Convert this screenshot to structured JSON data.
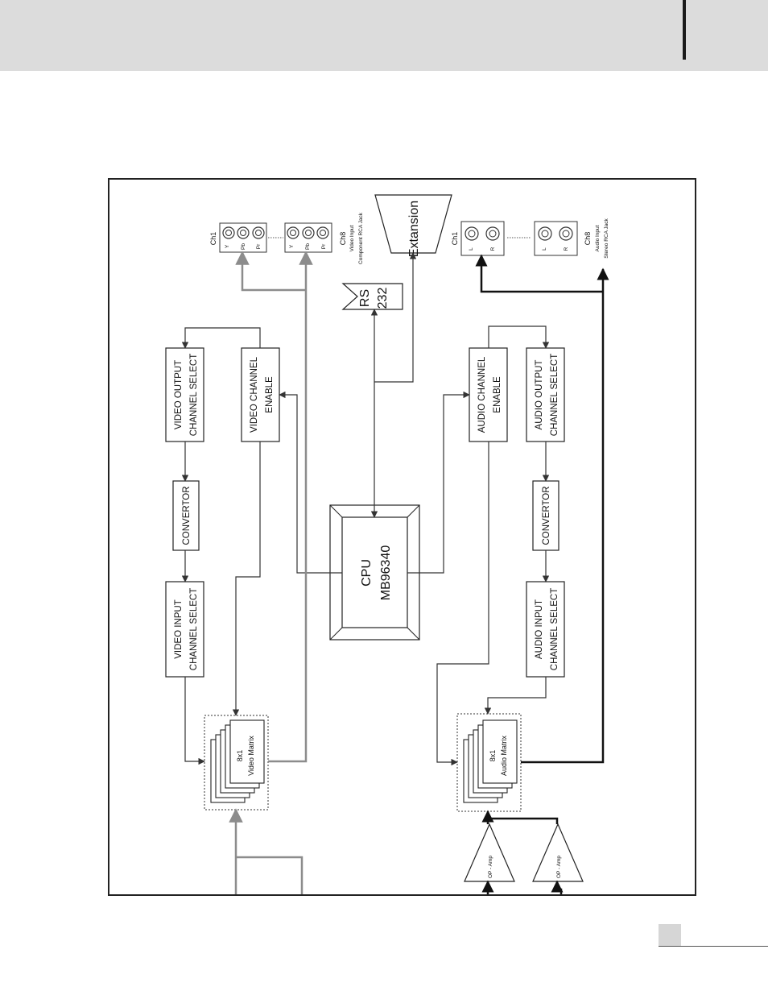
{
  "blocks": {
    "video_output_select": [
      "VIDEO OUTPUT",
      "CHANNEL SELECT"
    ],
    "video_channel_enable": [
      "VIDEO CHANNEL",
      "ENABLE"
    ],
    "video_convertor": "CONVERTOR",
    "video_input_select": [
      "VIDEO INPUT",
      "CHANNEL SELECT"
    ],
    "video_matrix": [
      "8x1",
      "Video Matrix"
    ],
    "cpu": [
      "CPU",
      "MB96340"
    ],
    "rs232": [
      "RS",
      "232"
    ],
    "extension": "Extansion",
    "audio_channel_enable": [
      "AUDIO CHANNEL",
      "ENABLE"
    ],
    "audio_output_select": [
      "AUDIO OUTPUT",
      "CHANNEL SELECT"
    ],
    "audio_convertor": "CONVERTOR",
    "audio_input_select": [
      "AUDIO INPUT",
      "CHANNEL SELECT"
    ],
    "audio_matrix": [
      "8x1",
      "Audio Matrix"
    ],
    "op_amp_1": "OP - Amp",
    "op_amp_2": "OP - Amp"
  },
  "video_jacks": {
    "ch1_label": "Ch1",
    "ch8_label": "Ch8",
    "caption": [
      "Video Input",
      "Component RCA Jack"
    ],
    "pins": [
      "Y",
      "Pb",
      "Pr"
    ]
  },
  "audio_jacks": {
    "ch1_label": "Ch1",
    "ch8_label": "Ch8",
    "caption": [
      "Audio Input",
      "Stereo RCA Jack"
    ],
    "pins": [
      "L",
      "R"
    ]
  },
  "colors": {
    "wire": "#333333",
    "video_signal": "#8c8c8c",
    "audio_signal": "#111111",
    "header_band": "#dcdcdc"
  }
}
